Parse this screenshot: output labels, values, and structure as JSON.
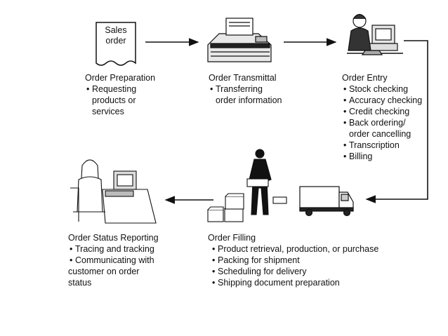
{
  "document": {
    "label_lines": [
      "Sales",
      "order"
    ]
  },
  "stages": {
    "order_preparation": {
      "title": "Order Preparation",
      "items": [
        [
          "Requesting",
          "products or",
          "services"
        ]
      ]
    },
    "order_transmittal": {
      "title": "Order Transmittal",
      "items": [
        [
          "Transferring",
          "order information"
        ]
      ]
    },
    "order_entry": {
      "title": "Order Entry",
      "items": [
        [
          "Stock checking"
        ],
        [
          "Accuracy checking"
        ],
        [
          "Credit checking"
        ],
        [
          "Back ordering/",
          "order cancelling"
        ],
        [
          "Transcription"
        ],
        [
          "Billing"
        ]
      ]
    },
    "order_filling": {
      "title": "Order Filling",
      "items": [
        [
          "Product retrieval, production, or purchase"
        ],
        [
          "Packing for shipment"
        ],
        [
          "Scheduling for delivery"
        ],
        [
          "Shipping document preparation"
        ]
      ]
    },
    "order_status_reporting": {
      "title": "Order Status Reporting",
      "items": [
        [
          "Tracing and tracking"
        ],
        [
          "Communicating with",
          "customer on order",
          "status"
        ]
      ]
    }
  },
  "bullet": "•",
  "icons": [
    "sales-order-document-icon",
    "fax-printer-icon",
    "operator-at-computer-icon",
    "worker-carrying-box-icon",
    "delivery-truck-icon",
    "person-at-computer-icon"
  ],
  "colors": {
    "line": "#111111",
    "background": "#ffffff"
  }
}
